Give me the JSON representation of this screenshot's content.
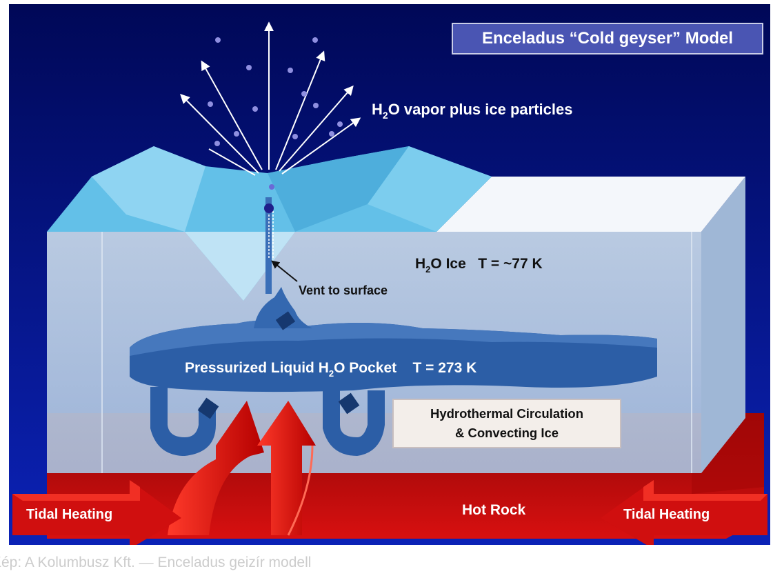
{
  "title": "Enceladus “Cold geyser” Model",
  "labels": {
    "vapor_prefix": "H",
    "vapor_sub": "2",
    "vapor_suffix": "O vapor plus ice particles",
    "ice_prefix": "H",
    "ice_sub": "2",
    "ice_suffix": "O Ice   T = ~77 K",
    "vent": "Vent to surface",
    "pocket_prefix": "Pressurized Liquid H",
    "pocket_sub": "2",
    "pocket_suffix": "O Pocket    T = 273 K",
    "hydro_line1": "Hydrothermal Circulation",
    "hydro_line2": "& Convecting Ice",
    "tidal_left": "Tidal Heating",
    "hot_rock": "Hot Rock",
    "tidal_right": "Tidal Heating"
  },
  "caption": "Kép: A Kolumbusz Kft. — Enceladus geizír modell",
  "colors": {
    "background_top": "#000a5c",
    "background_bottom": "#0a1fb0",
    "ice_body": "#b7cde4",
    "ice_top": "#58b9e4",
    "liquid": "#2f60a8",
    "rock": "#c40a0a",
    "arrow": "#e11a1a"
  },
  "particles": 13,
  "vapor_arrows": 7
}
